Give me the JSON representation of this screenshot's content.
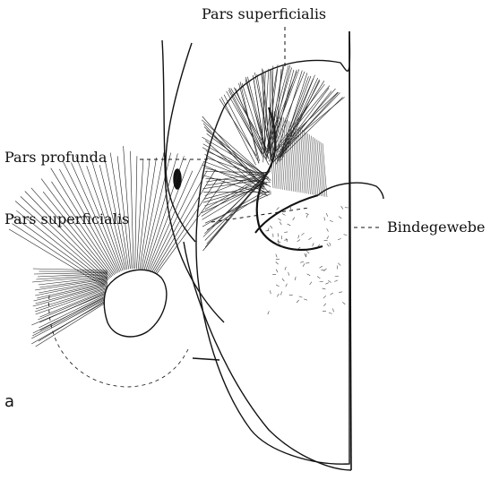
{
  "figure": {
    "labels": {
      "pars_superficialis_top": "Pars superficialis",
      "pars_profunda": "Pars profunda",
      "pars_superficialis_mid": "Pars superficialis",
      "bindegewebe": "Bindegewebe",
      "inset": "a"
    },
    "colors": {
      "ink": "#111111",
      "paper": "#ffffff"
    }
  }
}
